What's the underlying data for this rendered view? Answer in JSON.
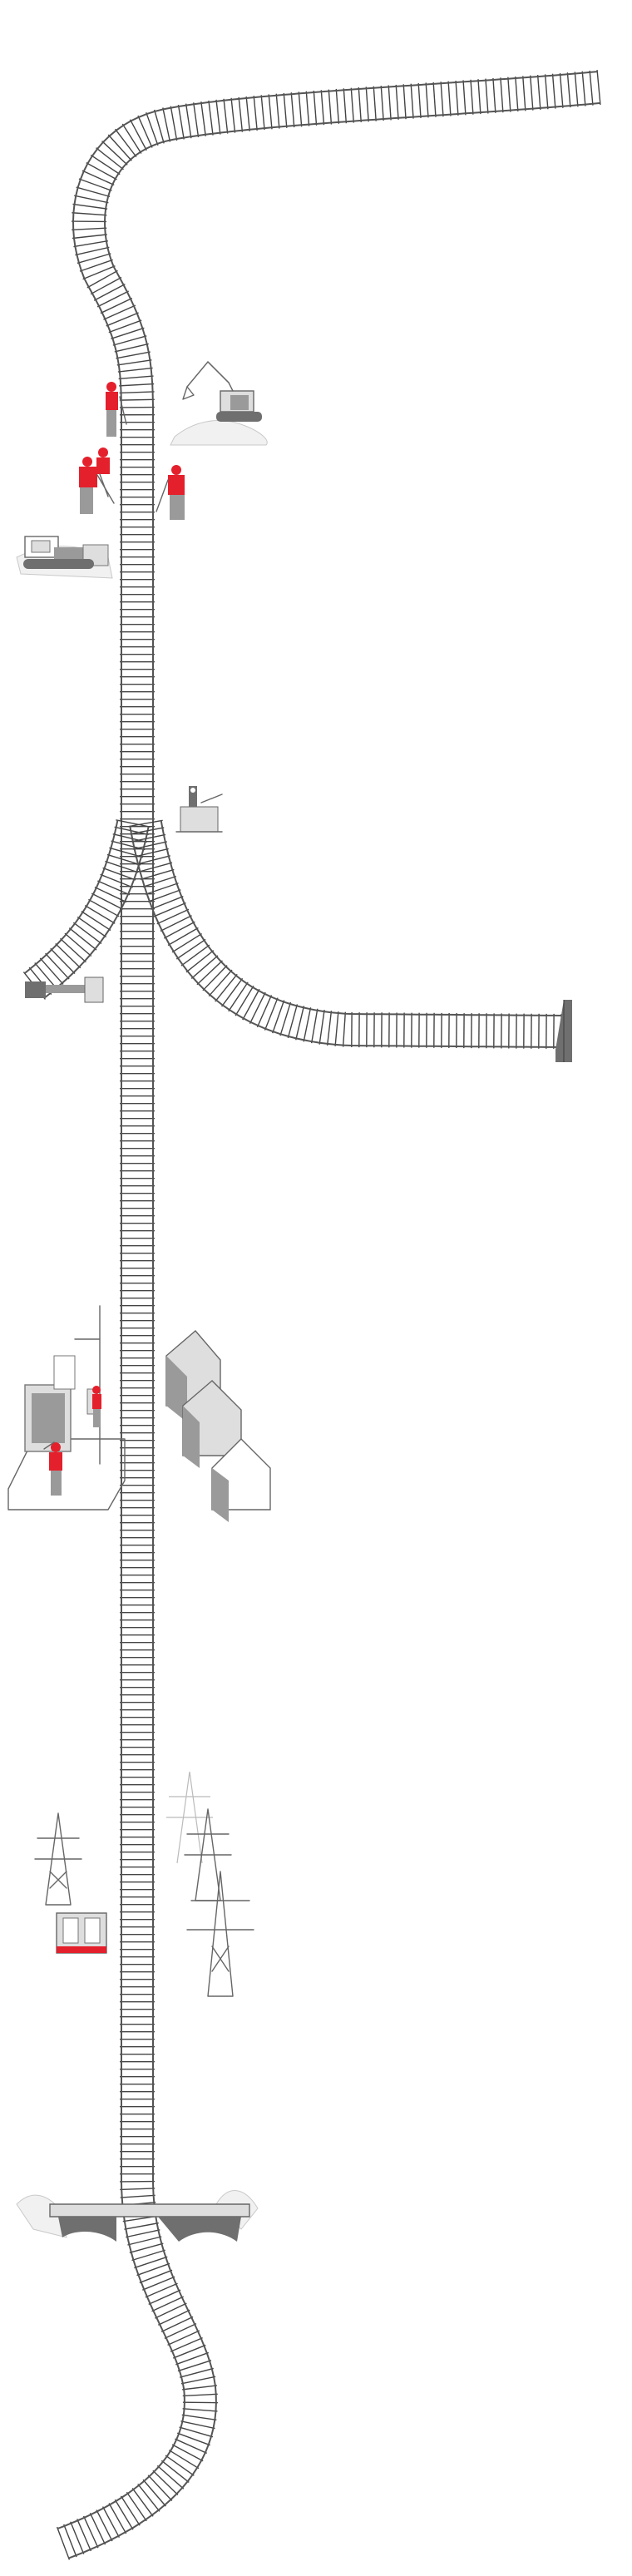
{
  "illustration": {
    "palette": {
      "background": "#ffffff",
      "line": "#555555",
      "accent": "#e4202c",
      "shade": "#9a9a9a"
    },
    "scenes": [
      {
        "name": "track-construction",
        "icons": [
          "excavator-icon",
          "worker-icon",
          "bulldozer-icon"
        ]
      },
      {
        "name": "signal-and-junction",
        "icons": [
          "signal-icon",
          "buffer-stop-icon"
        ]
      },
      {
        "name": "substation",
        "icons": [
          "transformer-icon",
          "worker-icon",
          "building-icon"
        ]
      },
      {
        "name": "power-lines",
        "icons": [
          "pylon-icon",
          "cabinet-icon"
        ]
      },
      {
        "name": "bridge",
        "icons": [
          "bridge-icon"
        ]
      }
    ]
  }
}
